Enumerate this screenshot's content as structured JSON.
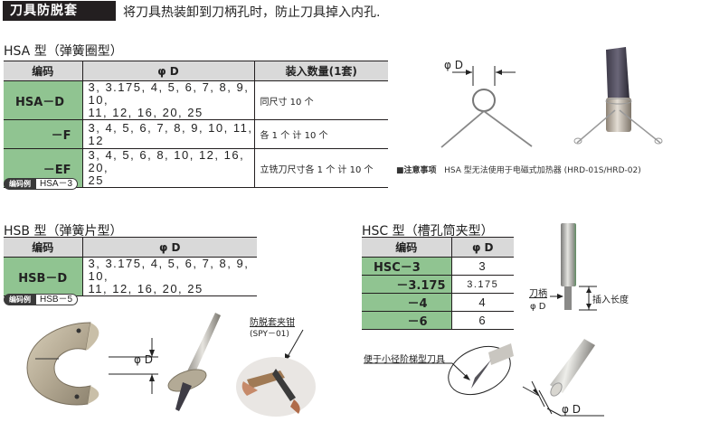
{
  "header": {
    "title": "刀具防脱套",
    "description": "将刀具热装卸到刀柄孔时，防止刀具掉入内孔."
  },
  "hsa": {
    "heading": "HSA 型（弹簧圈型）",
    "columns": [
      "编码",
      "φ D",
      "装入数量(1套)"
    ],
    "rows": [
      {
        "code": "HSA－D",
        "diameters_line1": "3, 3.175, 4, 5, 6, 7, 8, 9, 10,",
        "diameters_line2": "11, 12, 16, 20, 25",
        "quantity": "同尺寸 10 个"
      },
      {
        "code": "－F",
        "diameters_line1": "3, 4, 5, 6, 7, 8, 9, 10, 11, 12",
        "diameters_line2": "",
        "quantity": "各 1 个 计 10 个"
      },
      {
        "code": "－EF",
        "diameters_line1": "3, 4, 5, 6, 8, 10, 12, 16, 20,",
        "diameters_line2": "25",
        "quantity": "立铣刀尺寸各 1 个 计 10 个"
      }
    ],
    "example_label": "编码例",
    "example_value": "HSA－3",
    "diagram_label": "φ D",
    "note_label": "■注意事项",
    "note_text": "HSA 型无法使用于电磁式加热器 (HRD-01S/HRD-02)"
  },
  "hsb": {
    "heading": "HSB 型（弹簧片型）",
    "columns": [
      "编码",
      "φ D"
    ],
    "rows": [
      {
        "code": "HSB－D",
        "diameters_line1": "3, 3.175, 4, 5, 6, 7, 8, 9, 10,",
        "diameters_line2": "11, 12, 16, 20, 25"
      }
    ],
    "example_label": "编码例",
    "example_value": "HSB－5",
    "diagram_label": "φ D",
    "pliers_label": "防脱套夹钳",
    "pliers_model": "(SPY－01)"
  },
  "hsc": {
    "heading": "HSC 型（槽孔筒夹型）",
    "columns": [
      "编码",
      "φ D"
    ],
    "rows": [
      {
        "code": "HSC－3",
        "diameter": "3"
      },
      {
        "code": "－3.175",
        "diameter": "3.175"
      },
      {
        "code": "－4",
        "diameter": "4"
      },
      {
        "code": "－6",
        "diameter": "6"
      }
    ],
    "shank_label": "刀柄",
    "shank_d_label": "φ D",
    "insert_length_label": "插入长度",
    "small_tool_label": "便于小径阶梯型刀具",
    "tool_d_label": "φ D"
  }
}
